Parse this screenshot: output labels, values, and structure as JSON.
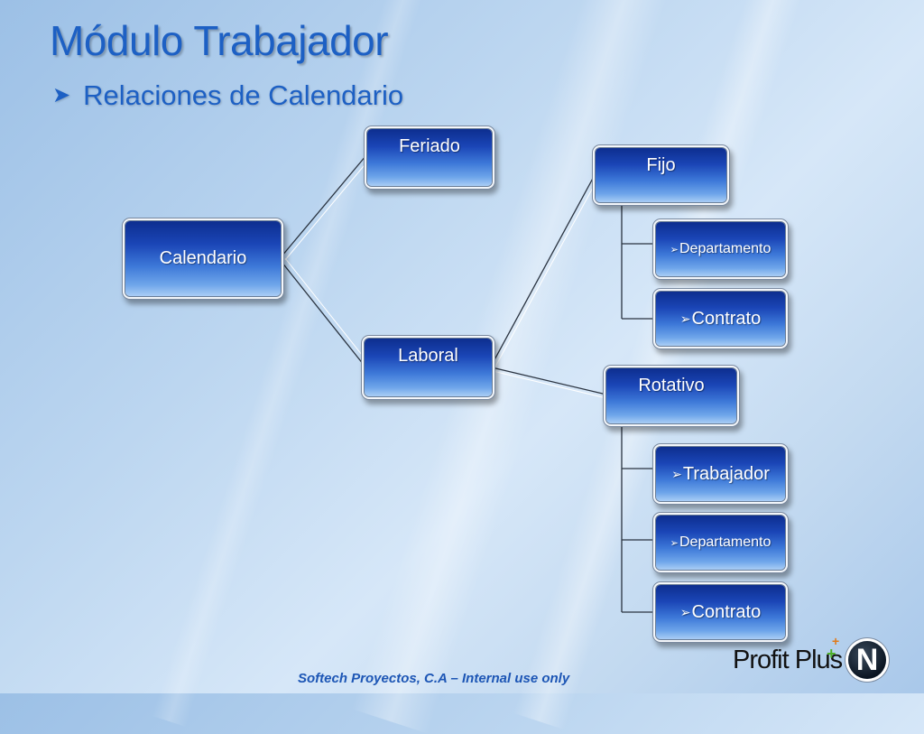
{
  "title": "Módulo Trabajador",
  "subtitle": "Relaciones de Calendario",
  "diagram": {
    "calendario": "Calendario",
    "feriado": "Feriado",
    "laboral": "Laboral",
    "fijo": "Fijo",
    "rotativo": "Rotativo",
    "fijo_children": [
      "Departamento",
      "Contrato"
    ],
    "rotativo_children": [
      "Trabajador",
      "Departamento",
      "Contrato"
    ],
    "bullet": "➢"
  },
  "footer": "Softech Proyectos, C.A – Internal use only",
  "logo": {
    "text": "Profit Plus",
    "letter": "N"
  },
  "colors": {
    "title": "#1d60c4",
    "node_dark": "#0d2e8f",
    "node_light": "#a9cdf5",
    "footer": "#1d56b5"
  }
}
